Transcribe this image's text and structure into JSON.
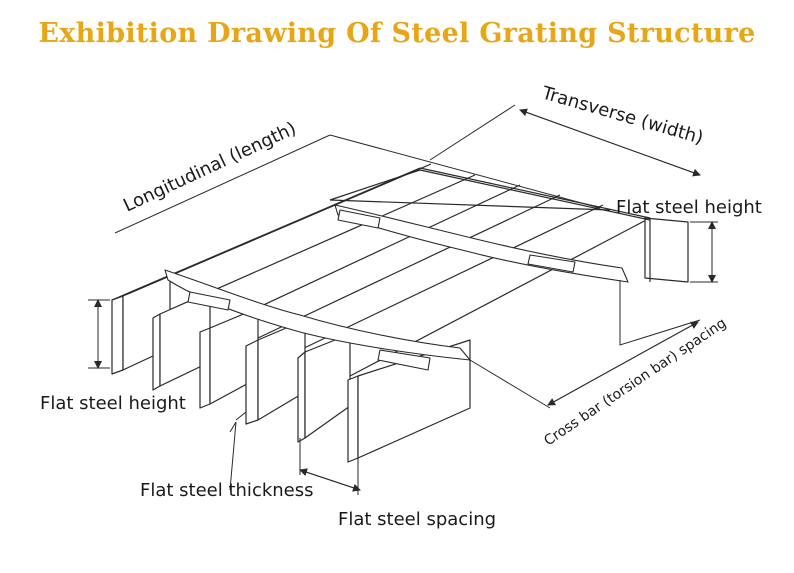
{
  "title": "Exhibition Drawing Of Steel Grating Structure",
  "labels": {
    "transverse": "Transverse (width)",
    "longitudinal": "Longitudinal (length)",
    "flat_steel_height_right": "Flat steel height",
    "flat_steel_height_left": "Flat steel height",
    "cross_bar_spacing": "Cross bar (torsion bar) spacing",
    "flat_steel_thickness": "Flat steel thickness",
    "flat_steel_spacing": "Flat steel spacing"
  },
  "colors": {
    "title": "#e8a617",
    "line": "#2a2a2a",
    "background": "#ffffff"
  }
}
